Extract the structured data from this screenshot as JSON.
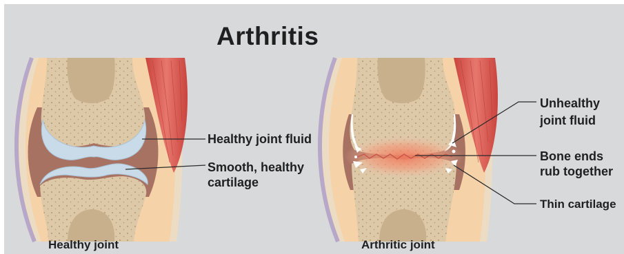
{
  "title": "Arthritis",
  "healthy": {
    "caption": "Healthy joint",
    "labels": {
      "fluid": "Healthy joint fluid",
      "cartilage_line1": "Smooth, healthy",
      "cartilage_line2": "cartilage"
    }
  },
  "arthritic": {
    "caption": "Arthritic joint",
    "labels": {
      "fluid_line1": "Unhealthy",
      "fluid_line2": "joint fluid",
      "bone_line1": "Bone ends",
      "bone_line2": "rub together",
      "thin": "Thin cartilage"
    }
  },
  "colors": {
    "background": "#d8d9db",
    "bone": "#ddc8a8",
    "marrow": "#c9b08c",
    "cartilage": "#c9dbe8",
    "fluid": "#a87263",
    "muscle": "#d9605a",
    "capsule": "#f6d2a8",
    "inflammation": "#f08a6c"
  }
}
